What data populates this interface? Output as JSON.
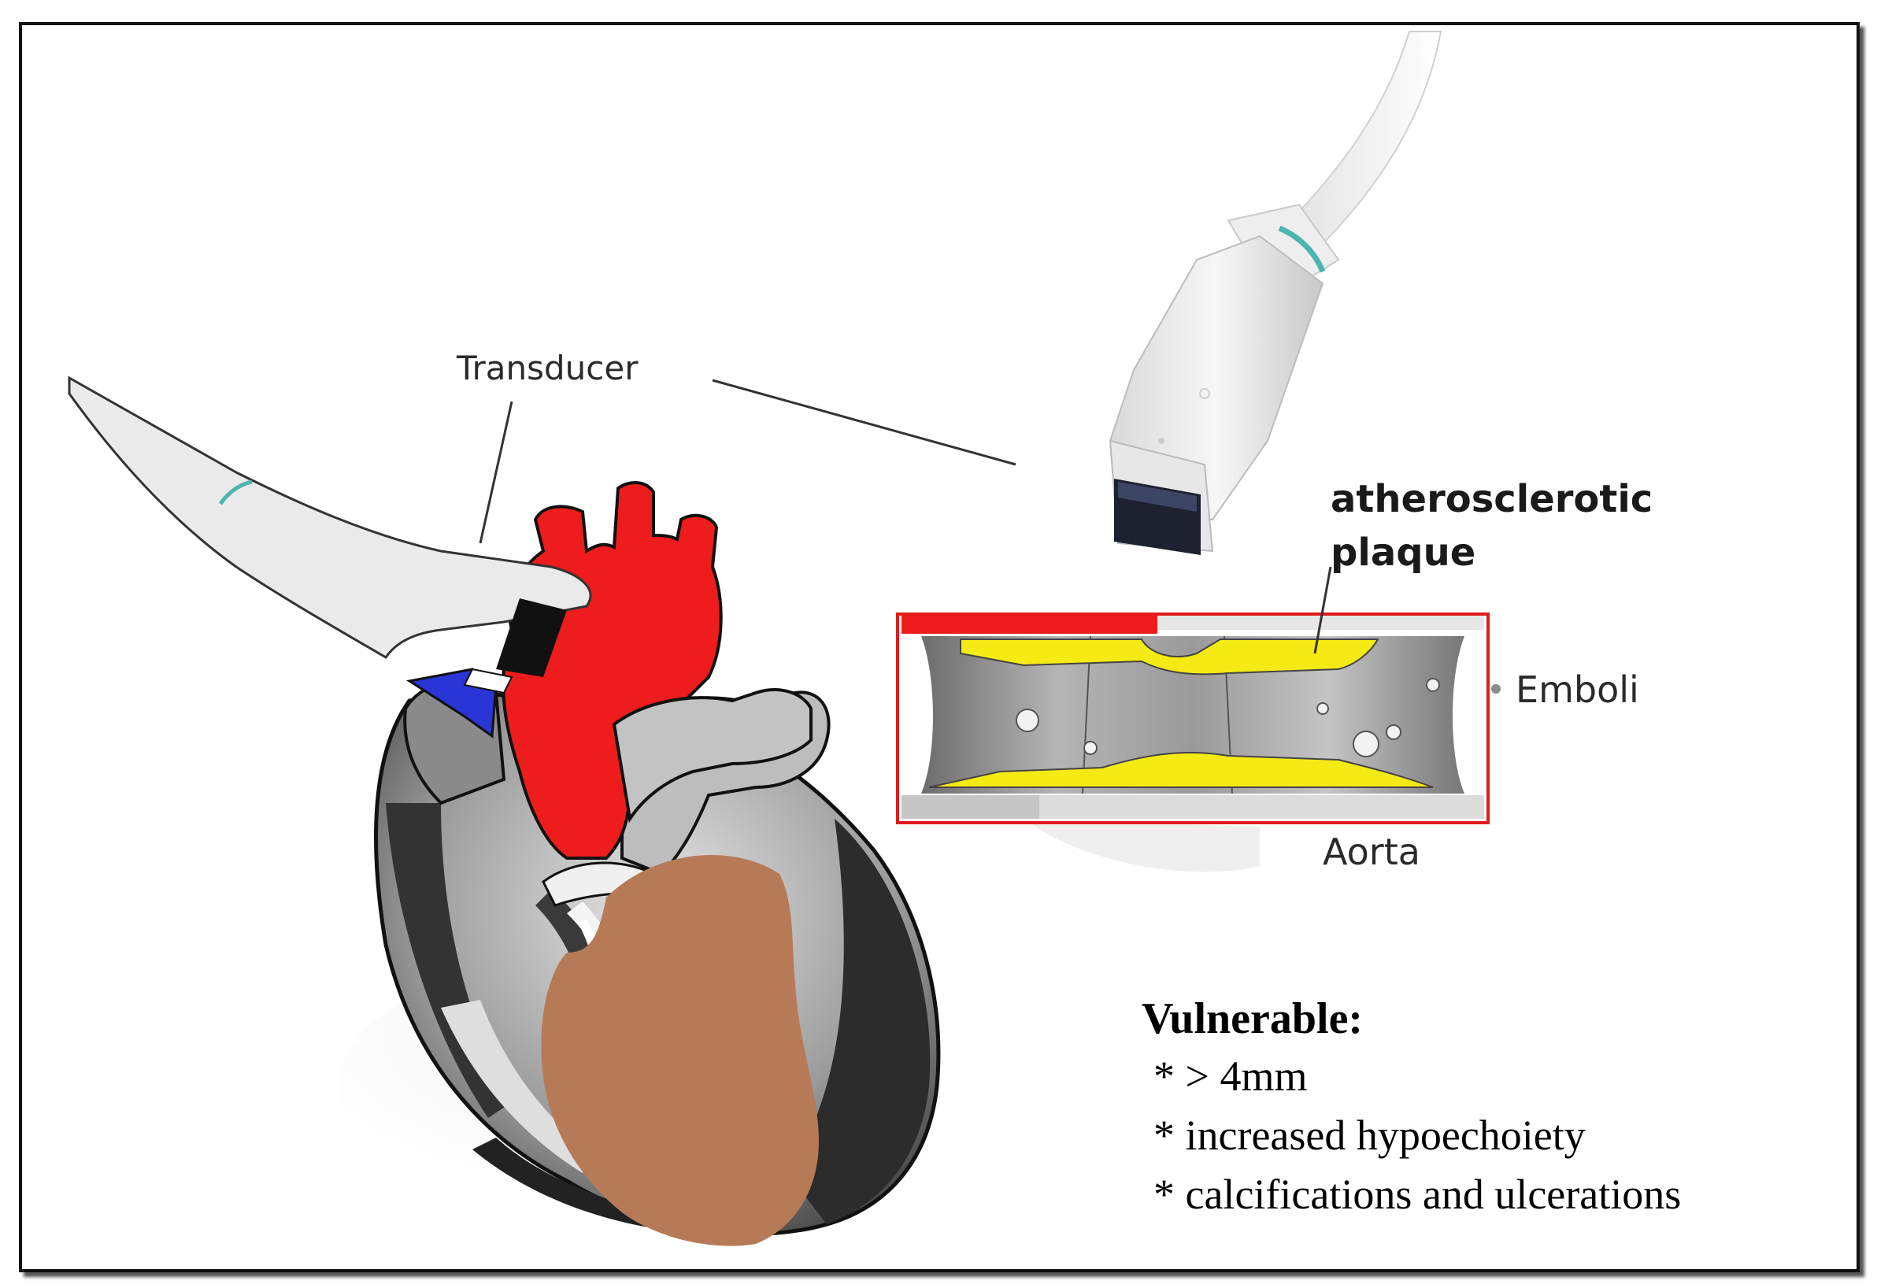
{
  "labels": {
    "transducer": "Transducer",
    "plaque_line1": "atherosclerotic",
    "plaque_line2": "plaque",
    "emboli": "Emboli",
    "aorta": "Aorta"
  },
  "vulnerable": {
    "title": "Vulnerable:",
    "items": [
      "* > 4mm",
      "* increased hypoechoiety",
      "* calcifications and ulcerations"
    ]
  },
  "colors": {
    "aorta_red": "#ee1c1c",
    "plaque_yellow": "#f5ea14",
    "ventricle_brown": "#b77a57",
    "vessel_blue": "#2a35d6",
    "probe_teal": "#4bb6b0"
  },
  "icons": [
    "ultrasound-probe-icon",
    "heart-illustration",
    "aorta-cross-section"
  ]
}
